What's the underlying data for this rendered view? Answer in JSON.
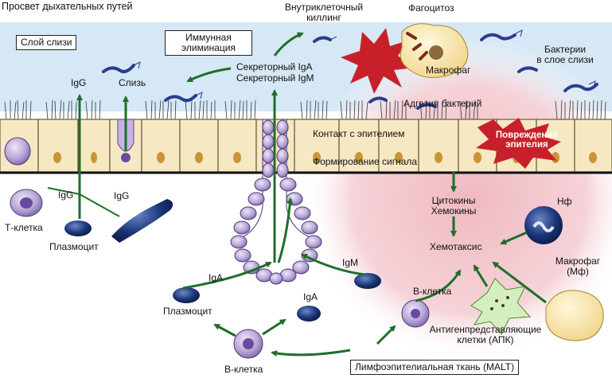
{
  "labels": {
    "airway_lumen": "Просвет дыхательных путей",
    "mucus_layer": "Слой слизи",
    "immune_elimination": "Иммунная\nэлиминация",
    "intracellular_killing": "Внутриклеточный\nкиллинг",
    "phagocytosis": "Фагоцитоз",
    "macrophage_top": "Макрофаг",
    "bacteria_in_mucus": "Бактерии\nв слое слизи",
    "igg_top": "IgG",
    "mucus": "Слизь",
    "secretory_iga": "Секреторный IgA",
    "secretory_igm": "Секреторный IgM",
    "bacterial_adhesion": "Адгезия бактерий",
    "epithelium_damage": "Повреждения\nэпителия",
    "epithelium_contact": "Контакт с эпителием",
    "signal_formation": "Формирование сигнала",
    "igg_left1": "IgG",
    "igg_left2": "IgG",
    "t_cell": "Т-клетка",
    "plasmocyte_left": "Плазмоцит",
    "cytokines": "Цитокины\nХемокины",
    "chemotaxis": "Хемотаксис",
    "nf": "Нф",
    "macrophage_mf": "Макрофаг\n(Мф)",
    "iga_mid": "IgA",
    "iga_low": "IgA",
    "igm": "IgM",
    "plasmocyte_mid": "Плазмоцит",
    "b_cell_mid": "В-клетка",
    "b_cell_low": "В-клетка",
    "apc": "Антигенпредставляющие\nклетки (АПК)",
    "malt": "Лимфоэпителиальная ткань (MALT)"
  },
  "colors": {
    "lumen": "#d6e8f5",
    "epithelium": "#f7e8c4",
    "inflammation": "#f3c9cf",
    "arrow": "#1f6e2a",
    "cell_purple": "#b9a6d6",
    "cell_dark_blue": "#1b3579",
    "burst": "#c8202a",
    "bacteria": "#2a3d8f"
  }
}
